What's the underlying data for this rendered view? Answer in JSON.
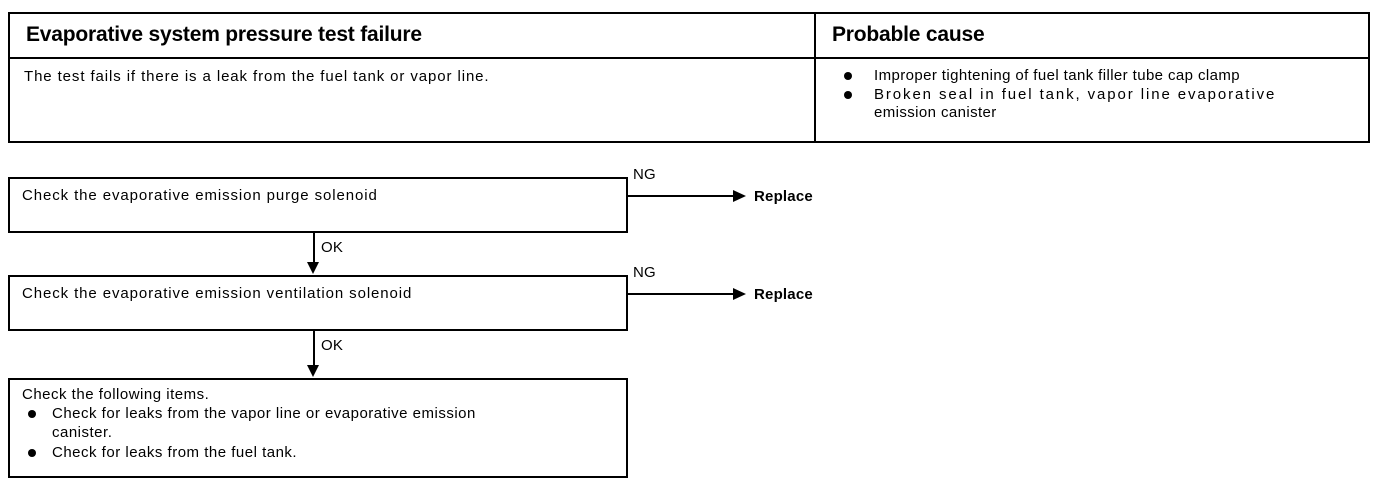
{
  "table": {
    "headers": {
      "left": "Evaporative system pressure test failure",
      "right": "Probable cause"
    },
    "left_cell": {
      "text": "The test fails if there is a leak from the fuel tank or vapor line."
    },
    "right_cell": {
      "bullets": [
        {
          "line1": "Improper tightening of fuel tank filler tube cap clamp",
          "line2": ""
        },
        {
          "line1": "Broken seal in fuel tank, vapor line evaporative",
          "line2": "emission canister"
        }
      ]
    }
  },
  "flowchart": {
    "steps": [
      {
        "id": "step-1",
        "text": "Check the evaporative emission purge solenoid",
        "branch_label": "NG",
        "branch_result": "Replace",
        "pass_label": "OK"
      },
      {
        "id": "step-2",
        "text": "Check the evaporative emission ventilation solenoid",
        "branch_label": "NG",
        "branch_result": "Replace",
        "pass_label": "OK"
      }
    ],
    "final_step": {
      "lead": "Check the following items.",
      "bullets": [
        {
          "line1": "Check for leaks from the vapor line or evaporative emission",
          "line2": "canister."
        },
        {
          "line1": "Check for leaks from the fuel tank.",
          "line2": ""
        }
      ]
    }
  },
  "colors": {
    "ink": "#000000",
    "paper": "#ffffff"
  }
}
